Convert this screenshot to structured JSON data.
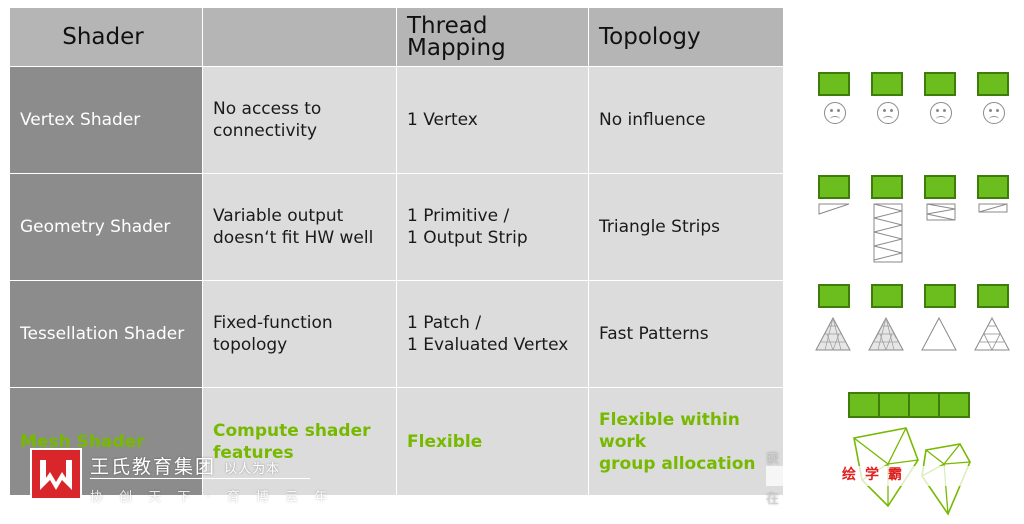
{
  "table": {
    "headers": [
      "Shader",
      "",
      "Thread Mapping",
      "Topology"
    ],
    "rows": [
      {
        "shader": "Vertex Shader",
        "note_l1": "No access to",
        "note_l2": "connectivity",
        "mapping_l1": "1 Vertex",
        "mapping_l2": "",
        "topology_l1": "No influence",
        "topology_l2": ""
      },
      {
        "shader": "Geometry Shader",
        "note_l1": "Variable output",
        "note_l2": "doesn‘t fit HW well",
        "mapping_l1": "1 Primitive /",
        "mapping_l2": "1 Output Strip",
        "topology_l1": "Triangle Strips",
        "topology_l2": ""
      },
      {
        "shader": "Tessellation Shader",
        "note_l1": "Fixed-function",
        "note_l2": "topology",
        "mapping_l1": "1 Patch /",
        "mapping_l2": "1 Evaluated Vertex",
        "topology_l1": "Fast Patterns",
        "topology_l2": ""
      },
      {
        "shader": "Mesh Shader",
        "note_l1": "Compute shader",
        "note_l2": "features",
        "mapping_l1": "Flexible",
        "mapping_l2": "",
        "topology_l1": "Flexible within work",
        "topology_l2": "group allocation"
      }
    ]
  },
  "colors": {
    "header_bg": "#b5b5b5",
    "row_header_bg": "#8c8c8c",
    "cell_bg": "#dcdcdc",
    "accent_green": "#76b900"
  },
  "watermark": {
    "name": "王氏教育集团",
    "slogan": "以人为本",
    "line2": "协 创 天 下 · 育 博 云 年",
    "right_text": "绘学霸",
    "right_char_1": "获",
    "right_char_2": "在"
  },
  "icons": [
    "sad-face-icon",
    "strip-icon",
    "triangle-pattern-icon",
    "mesh-icon"
  ]
}
